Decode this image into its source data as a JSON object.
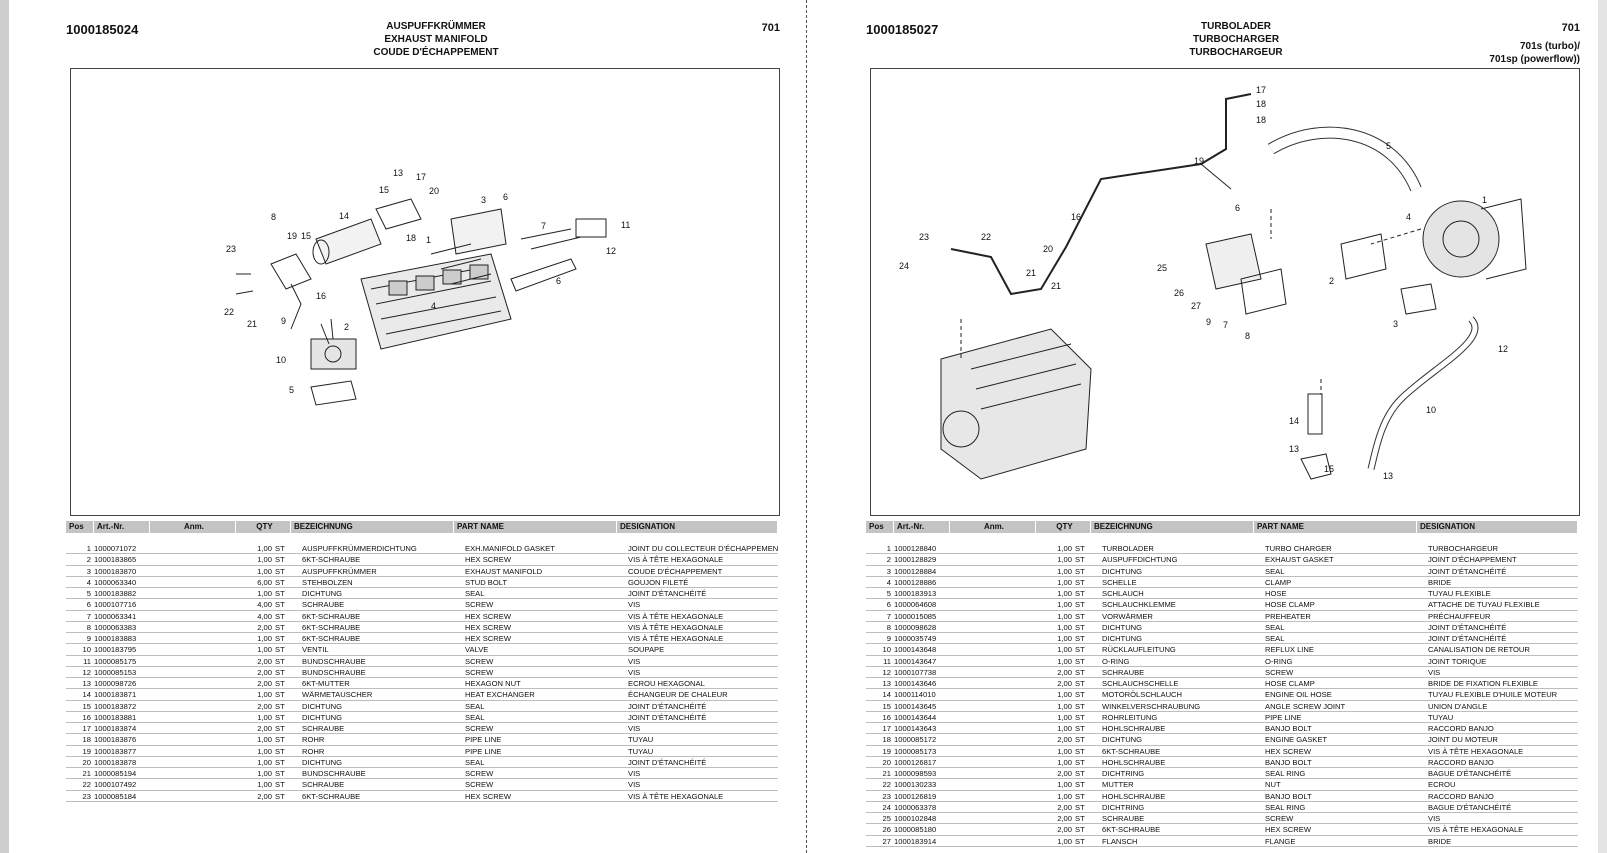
{
  "left": {
    "part_number": "1000185024",
    "title_de": "AUSPUFFKRÜMMER",
    "title_en": "EXHAUST MANIFOLD",
    "title_fr": "COUDE D'ÉCHAPPEMENT",
    "model_number": "701",
    "model_line1": "",
    "model_line2": "",
    "callouts": [
      "13",
      "17",
      "15",
      "20",
      "3",
      "6",
      "1",
      "14",
      "8",
      "19",
      "15",
      "7",
      "11",
      "18",
      "23",
      "16",
      "12",
      "4",
      "9",
      "2",
      "22",
      "21",
      "10",
      "5",
      "6"
    ],
    "rows": [
      {
        "pos": "1",
        "art": "1000071072",
        "qty": "1,00",
        "unit": "ST",
        "bez": "AUSPUFFKRÜMMERDICHTUNG",
        "pn": "EXH.MANIFOLD GASKET",
        "des": "JOINT DU COLLECTEUR D'ÉCHAPPEMENT"
      },
      {
        "pos": "2",
        "art": "1000183865",
        "qty": "1,00",
        "unit": "ST",
        "bez": "6KT-SCHRAUBE",
        "pn": "HEX SCREW",
        "des": "VIS À TÊTE HEXAGONALE"
      },
      {
        "pos": "3",
        "art": "1000183870",
        "qty": "1,00",
        "unit": "ST",
        "bez": "AUSPUFFKRÜMMER",
        "pn": "EXHAUST MANIFOLD",
        "des": "COUDE D'ÉCHAPPEMENT"
      },
      {
        "pos": "4",
        "art": "1000063340",
        "qty": "6,00",
        "unit": "ST",
        "bez": "STEHBOLZEN",
        "pn": "STUD BOLT",
        "des": "GOUJON FILETÉ"
      },
      {
        "pos": "5",
        "art": "1000183882",
        "qty": "1,00",
        "unit": "ST",
        "bez": "DICHTUNG",
        "pn": "SEAL",
        "des": "JOINT D'ÉTANCHÉITÉ"
      },
      {
        "pos": "6",
        "art": "1000107716",
        "qty": "4,00",
        "unit": "ST",
        "bez": "SCHRAUBE",
        "pn": "SCREW",
        "des": "VIS"
      },
      {
        "pos": "7",
        "art": "1000063341",
        "qty": "4,00",
        "unit": "ST",
        "bez": "6KT-SCHRAUBE",
        "pn": "HEX SCREW",
        "des": "VIS À TÊTE HEXAGONALE"
      },
      {
        "pos": "8",
        "art": "1000063383",
        "qty": "2,00",
        "unit": "ST",
        "bez": "6KT-SCHRAUBE",
        "pn": "HEX SCREW",
        "des": "VIS À TÊTE HEXAGONALE"
      },
      {
        "pos": "9",
        "art": "1000183883",
        "qty": "1,00",
        "unit": "ST",
        "bez": "6KT-SCHRAUBE",
        "pn": "HEX SCREW",
        "des": "VIS À TÊTE HEXAGONALE"
      },
      {
        "pos": "10",
        "art": "1000183795",
        "qty": "1,00",
        "unit": "ST",
        "bez": "VENTIL",
        "pn": "VALVE",
        "des": "SOUPAPE"
      },
      {
        "pos": "11",
        "art": "1000085175",
        "qty": "2,00",
        "unit": "ST",
        "bez": "BUNDSCHRAUBE",
        "pn": "SCREW",
        "des": "VIS"
      },
      {
        "pos": "12",
        "art": "1000085153",
        "qty": "2,00",
        "unit": "ST",
        "bez": "BUNDSCHRAUBE",
        "pn": "SCREW",
        "des": "VIS"
      },
      {
        "pos": "13",
        "art": "1000098726",
        "qty": "2,00",
        "unit": "ST",
        "bez": "6KT-MUTTER",
        "pn": "HEXAGON NUT",
        "des": "ECROU HEXAGONAL"
      },
      {
        "pos": "14",
        "art": "1000183871",
        "qty": "1,00",
        "unit": "ST",
        "bez": "WÄRMETAUSCHER",
        "pn": "HEAT EXCHANGER",
        "des": "ÉCHANGEUR DE CHALEUR"
      },
      {
        "pos": "15",
        "art": "1000183872",
        "qty": "2,00",
        "unit": "ST",
        "bez": "DICHTUNG",
        "pn": "SEAL",
        "des": "JOINT D'ÉTANCHÉITÉ"
      },
      {
        "pos": "16",
        "art": "1000183881",
        "qty": "1,00",
        "unit": "ST",
        "bez": "DICHTUNG",
        "pn": "SEAL",
        "des": "JOINT D'ÉTANCHÉITÉ"
      },
      {
        "pos": "17",
        "art": "1000183874",
        "qty": "2,00",
        "unit": "ST",
        "bez": "SCHRAUBE",
        "pn": "SCREW",
        "des": "VIS"
      },
      {
        "pos": "18",
        "art": "1000183876",
        "qty": "1,00",
        "unit": "ST",
        "bez": "ROHR",
        "pn": "PIPE LINE",
        "des": "TUYAU"
      },
      {
        "pos": "19",
        "art": "1000183877",
        "qty": "1,00",
        "unit": "ST",
        "bez": "ROHR",
        "pn": "PIPE LINE",
        "des": "TUYAU"
      },
      {
        "pos": "20",
        "art": "1000183878",
        "qty": "1,00",
        "unit": "ST",
        "bez": "DICHTUNG",
        "pn": "SEAL",
        "des": "JOINT D'ÉTANCHÉITÉ"
      },
      {
        "pos": "21",
        "art": "1000085194",
        "qty": "1,00",
        "unit": "ST",
        "bez": "BUNDSCHRAUBE",
        "pn": "SCREW",
        "des": "VIS"
      },
      {
        "pos": "22",
        "art": "1000107492",
        "qty": "1,00",
        "unit": "ST",
        "bez": "SCHRAUBE",
        "pn": "SCREW",
        "des": "VIS"
      },
      {
        "pos": "23",
        "art": "1000085184",
        "qty": "2,00",
        "unit": "ST",
        "bez": "6KT-SCHRAUBE",
        "pn": "HEX SCREW",
        "des": "VIS À TÊTE HEXAGONALE"
      }
    ]
  },
  "right": {
    "part_number": "1000185027",
    "title_de": "TURBOLADER",
    "title_en": "TURBOCHARGER",
    "title_fr": "TURBOCHARGEUR",
    "model_number": "701",
    "model_line1": "701s (turbo)/",
    "model_line2": "701sp (powerflow))",
    "callouts": [
      "17",
      "18",
      "18",
      "19",
      "6",
      "5",
      "16",
      "4",
      "1",
      "23",
      "22",
      "24",
      "20",
      "21",
      "21",
      "25",
      "26",
      "27",
      "9",
      "7",
      "8",
      "2",
      "3",
      "12",
      "14",
      "13",
      "15",
      "10",
      "13"
    ],
    "rows": [
      {
        "pos": "1",
        "art": "1000128840",
        "qty": "1,00",
        "unit": "ST",
        "bez": "TURBOLADER",
        "pn": "TURBO CHARGER",
        "des": "TURBOCHARGEUR"
      },
      {
        "pos": "2",
        "art": "1000128829",
        "qty": "1,00",
        "unit": "ST",
        "bez": "AUSPUFFDICHTUNG",
        "pn": "EXHAUST GASKET",
        "des": "JOINT D'ÉCHAPPEMENT"
      },
      {
        "pos": "3",
        "art": "1000128884",
        "qty": "1,00",
        "unit": "ST",
        "bez": "DICHTUNG",
        "pn": "SEAL",
        "des": "JOINT D'ÉTANCHÉITÉ"
      },
      {
        "pos": "4",
        "art": "1000128886",
        "qty": "1,00",
        "unit": "ST",
        "bez": "SCHELLE",
        "pn": "CLAMP",
        "des": "BRIDE"
      },
      {
        "pos": "5",
        "art": "1000183913",
        "qty": "1,00",
        "unit": "ST",
        "bez": "SCHLAUCH",
        "pn": "HOSE",
        "des": "TUYAU FLEXIBLE"
      },
      {
        "pos": "6",
        "art": "1000064608",
        "qty": "1,00",
        "unit": "ST",
        "bez": "SCHLAUCHKLEMME",
        "pn": "HOSE CLAMP",
        "des": "ATTACHE DE TUYAU FLEXIBLE"
      },
      {
        "pos": "7",
        "art": "1000015085",
        "qty": "1,00",
        "unit": "ST",
        "bez": "VORWÄRMER",
        "pn": "PREHEATER",
        "des": "PRÉCHAUFFEUR"
      },
      {
        "pos": "8",
        "art": "1000098628",
        "qty": "1,00",
        "unit": "ST",
        "bez": "DICHTUNG",
        "pn": "SEAL",
        "des": "JOINT D'ÉTANCHÉITÉ"
      },
      {
        "pos": "9",
        "art": "1000035749",
        "qty": "1,00",
        "unit": "ST",
        "bez": "DICHTUNG",
        "pn": "SEAL",
        "des": "JOINT D'ÉTANCHÉITÉ"
      },
      {
        "pos": "10",
        "art": "1000143648",
        "qty": "1,00",
        "unit": "ST",
        "bez": "RÜCKLAUFLEITUNG",
        "pn": "REFLUX LINE",
        "des": "CANALISATION DE RETOUR"
      },
      {
        "pos": "11",
        "art": "1000143647",
        "qty": "1,00",
        "unit": "ST",
        "bez": "O-RING",
        "pn": "O-RING",
        "des": "JOINT TORIQUE"
      },
      {
        "pos": "12",
        "art": "1000107738",
        "qty": "2,00",
        "unit": "ST",
        "bez": "SCHRAUBE",
        "pn": "SCREW",
        "des": "VIS"
      },
      {
        "pos": "13",
        "art": "1000143646",
        "qty": "2,00",
        "unit": "ST",
        "bez": "SCHLAUCHSCHELLE",
        "pn": "HOSE CLAMP",
        "des": "BRIDE DE FIXATION FLEXIBLE"
      },
      {
        "pos": "14",
        "art": "1000114010",
        "qty": "1,00",
        "unit": "ST",
        "bez": "MOTORÖLSCHLAUCH",
        "pn": "ENGINE OIL HOSE",
        "des": "TUYAU FLEXIBLE D'HUILE MOTEUR"
      },
      {
        "pos": "15",
        "art": "1000143645",
        "qty": "1,00",
        "unit": "ST",
        "bez": "WINKELVERSCHRAUBUNG",
        "pn": "ANGLE SCREW JOINT",
        "des": "UNION D'ANGLE"
      },
      {
        "pos": "16",
        "art": "1000143644",
        "qty": "1,00",
        "unit": "ST",
        "bez": "ROHRLEITUNG",
        "pn": "PIPE LINE",
        "des": "TUYAU"
      },
      {
        "pos": "17",
        "art": "1000143643",
        "qty": "1,00",
        "unit": "ST",
        "bez": "HOHLSCHRAUBE",
        "pn": "BANJO BOLT",
        "des": "RACCORD BANJO"
      },
      {
        "pos": "18",
        "art": "1000085172",
        "qty": "2,00",
        "unit": "ST",
        "bez": "DICHTUNG",
        "pn": "ENGINE GASKET",
        "des": "JOINT DU MOTEUR"
      },
      {
        "pos": "19",
        "art": "1000085173",
        "qty": "1,00",
        "unit": "ST",
        "bez": "6KT-SCHRAUBE",
        "pn": "HEX SCREW",
        "des": "VIS À TÊTE HEXAGONALE"
      },
      {
        "pos": "20",
        "art": "1000126817",
        "qty": "1,00",
        "unit": "ST",
        "bez": "HOHLSCHRAUBE",
        "pn": "BANJO BOLT",
        "des": "RACCORD BANJO"
      },
      {
        "pos": "21",
        "art": "1000098593",
        "qty": "2,00",
        "unit": "ST",
        "bez": "DICHTRING",
        "pn": "SEAL RING",
        "des": "BAGUE D'ÉTANCHÉITÉ"
      },
      {
        "pos": "22",
        "art": "1000130233",
        "qty": "1,00",
        "unit": "ST",
        "bez": "MUTTER",
        "pn": "NUT",
        "des": "ECROU"
      },
      {
        "pos": "23",
        "art": "1000126819",
        "qty": "1,00",
        "unit": "ST",
        "bez": "HOHLSCHRAUBE",
        "pn": "BANJO BOLT",
        "des": "RACCORD BANJO"
      },
      {
        "pos": "24",
        "art": "1000063378",
        "qty": "2,00",
        "unit": "ST",
        "bez": "DICHTRING",
        "pn": "SEAL RING",
        "des": "BAGUE D'ÉTANCHÉITÉ"
      },
      {
        "pos": "25",
        "art": "1000102848",
        "qty": "2,00",
        "unit": "ST",
        "bez": "SCHRAUBE",
        "pn": "SCREW",
        "des": "VIS"
      },
      {
        "pos": "26",
        "art": "1000085180",
        "qty": "2,00",
        "unit": "ST",
        "bez": "6KT-SCHRAUBE",
        "pn": "HEX SCREW",
        "des": "VIS À TÊTE HEXAGONALE"
      },
      {
        "pos": "27",
        "art": "1000183914",
        "qty": "1,00",
        "unit": "ST",
        "bez": "FLANSCH",
        "pn": "FLANGE",
        "des": "BRIDE"
      }
    ]
  },
  "table_headers": {
    "pos": "Pos",
    "art": "Art.-Nr.",
    "anm": "Anm.",
    "qty": "QTY",
    "bez": "BEZEICHNUNG",
    "pn": "PART NAME",
    "des": "DESIGNATION"
  }
}
